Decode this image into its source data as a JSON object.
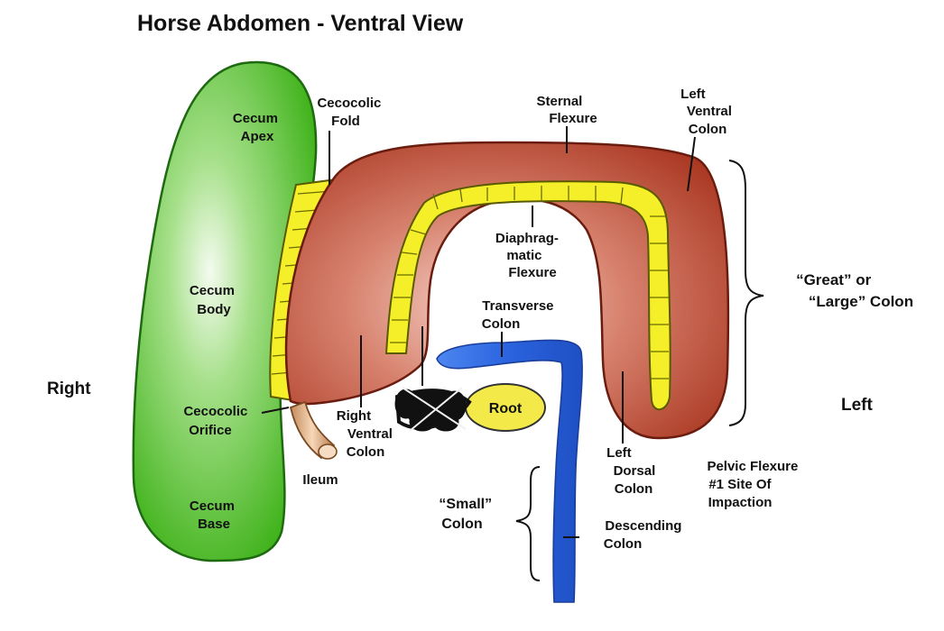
{
  "title": "Horse Abdomen - Ventral View",
  "orientation": {
    "right": "Right",
    "left": "Left"
  },
  "labels": {
    "cecum_apex": [
      "Cecum",
      "Apex"
    ],
    "cecum_body": [
      "Cecum",
      "Body"
    ],
    "cecum_base": [
      "Cecum",
      "Base"
    ],
    "cecocolic_fold": [
      "Cecocolic",
      "Fold"
    ],
    "cecocolic_orifice": [
      "Cecocolic",
      "Orifice"
    ],
    "ileum": "Ileum",
    "sternal_flexure": [
      "Sternal",
      "Flexure"
    ],
    "left_ventral_colon": [
      "Left",
      "Ventral",
      "Colon"
    ],
    "diaphragmatic_flexure": [
      "Diaphrag-",
      "matic",
      "Flexure"
    ],
    "transverse_colon": [
      "Transverse",
      "Colon"
    ],
    "root": "Root",
    "right_ventral_colon": [
      "Right",
      "Ventral",
      "Colon"
    ],
    "left_dorsal_colon": [
      "Left",
      "Dorsal",
      "Colon"
    ],
    "pelvic_flexure": [
      "Pelvic Flexure",
      "#1 Site Of",
      "Impaction"
    ],
    "great_colon": [
      "“Great” or",
      "“Large” Colon"
    ],
    "small_colon": [
      "“Small”",
      "Colon"
    ],
    "descending_colon": [
      "Descending",
      "Colon"
    ]
  },
  "colors": {
    "cecum": "#3fb21a",
    "large_colon": "#b8412a",
    "colon_highlight": "#f2c3b7",
    "fold": "#f5ef2a",
    "small_colon": "#2f6ee6",
    "ileum": "#d8a070",
    "root": "#f3ea4a",
    "scribble": "#111111"
  }
}
